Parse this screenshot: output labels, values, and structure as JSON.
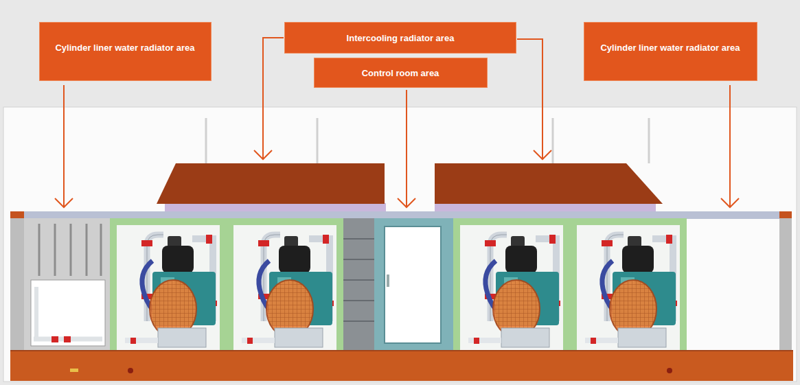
{
  "diagram": {
    "nodes": [
      {
        "text": [
          "Cylinder liner water radiator area"
        ]
      },
      {
        "text": [
          "Intercooling radiator area"
        ]
      },
      {
        "text": [
          "Control room area"
        ]
      },
      {
        "text": [
          "Cylinder liner water radiator area"
        ]
      }
    ]
  }
}
